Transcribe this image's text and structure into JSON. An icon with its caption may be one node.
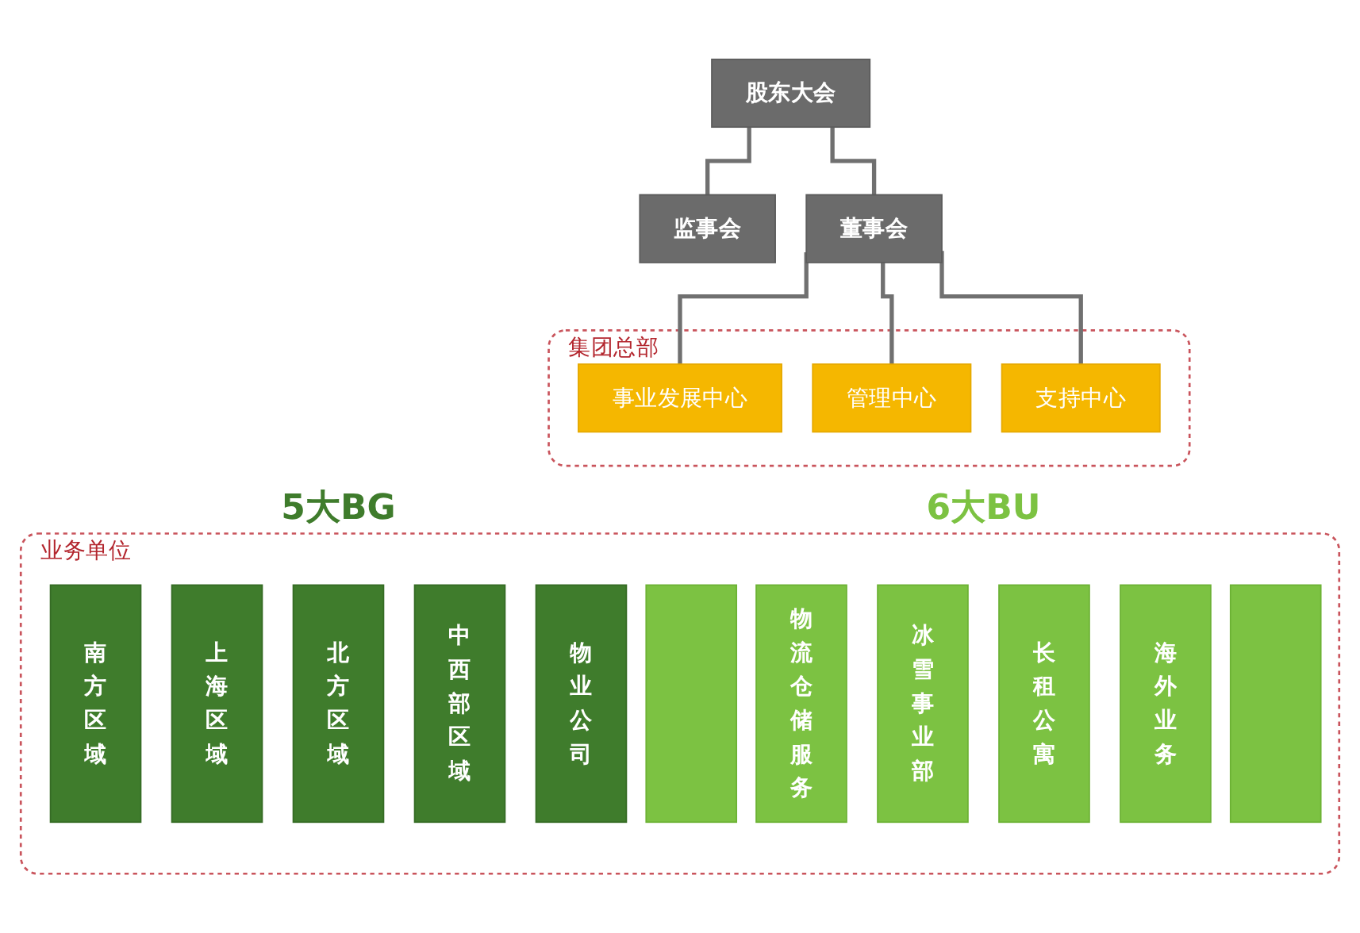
{
  "diagram": {
    "nodes": [
      {
        "text": [
          "股东大会"
        ]
      },
      {
        "text": [
          "监事会"
        ]
      },
      {
        "text": [
          "董事会"
        ]
      },
      {
        "text": [
          "集团总部"
        ]
      },
      {
        "text": [
          "事业发展中心"
        ],
        "in": 3
      },
      {
        "text": [
          "管理中心"
        ],
        "in": 3
      },
      {
        "text": [
          "支持中心"
        ],
        "in": 3
      },
      {
        "text": [
          "业务单位"
        ]
      },
      {
        "text": [
          "南方区域"
        ],
        "in": 7
      },
      {
        "text": [
          "上海区域"
        ],
        "in": 7
      },
      {
        "text": [
          "北方区域"
        ],
        "in": 7
      },
      {
        "text": [
          "中西部区域"
        ],
        "in": 7
      },
      {
        "text": [
          "物业公司"
        ],
        "in": 7
      },
      {
        "text": [],
        "shape": "bar",
        "in": 7
      },
      {
        "text": [
          "物流仓储服务"
        ],
        "in": 7
      },
      {
        "text": [
          "冰雪事业部"
        ],
        "in": 7
      },
      {
        "text": [
          "长租公寓"
        ],
        "in": 7
      },
      {
        "text": [
          "海外业务"
        ],
        "in": 7
      },
      {
        "text": [],
        "shape": "bar",
        "in": 7
      }
    ],
    "edges": [
      {
        "from": 0,
        "to": 1,
        "arrow": "none"
      },
      {
        "from": 0,
        "to": 2,
        "arrow": "none"
      },
      {
        "from": 2,
        "to": 4,
        "arrow": "none"
      },
      {
        "from": 2,
        "to": 5,
        "arrow": "none"
      },
      {
        "from": 2,
        "to": 6,
        "arrow": "none"
      }
    ],
    "labels": [
      "5大BG",
      "6大BU"
    ]
  }
}
